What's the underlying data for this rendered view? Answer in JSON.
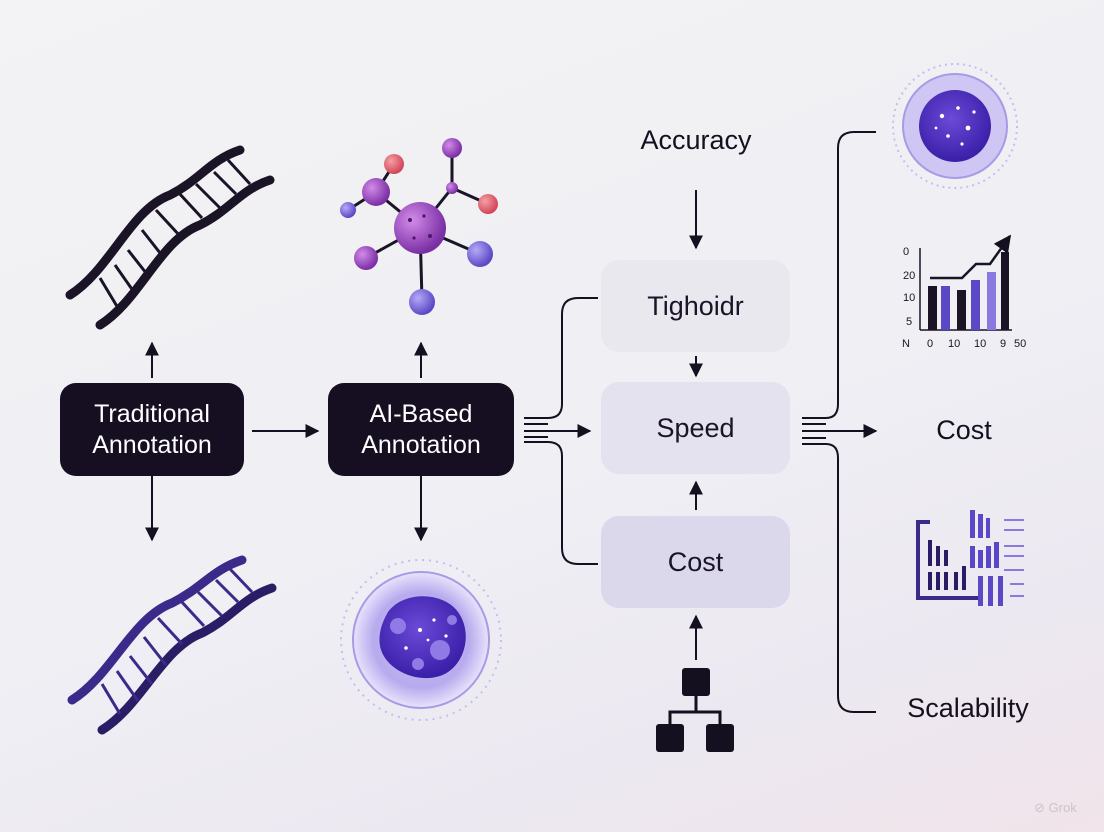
{
  "nodes": {
    "traditional": "Traditional Annotation",
    "ai_based": "AI-Based Annotation",
    "tighoidr": "Tighoidr",
    "speed": "Speed",
    "cost_box": "Cost"
  },
  "labels": {
    "accuracy": "Accuracy",
    "cost": "Cost",
    "scalability": "Scalability"
  },
  "mini_chart": {
    "y_ticks": [
      "0",
      "20",
      "10",
      "5"
    ],
    "x_ticks": [
      "N",
      "0",
      "10",
      "10",
      "9",
      "50"
    ]
  },
  "watermark": "Grok",
  "colors": {
    "dark_box": "#160f22",
    "soft_box": "#e9e8ef",
    "soft_box_alt": "#dcd8ec",
    "accent_purple": "#5b3fc4",
    "molecule_purple": "#8a3fb0"
  }
}
